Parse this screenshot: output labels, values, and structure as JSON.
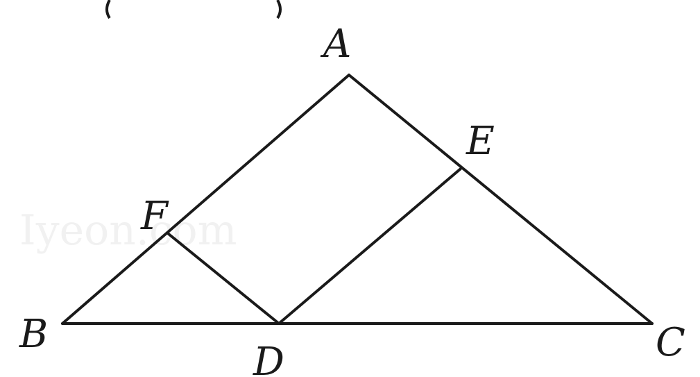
{
  "diagram": {
    "points": {
      "A": {
        "label": "A"
      },
      "B": {
        "label": "B"
      },
      "C": {
        "label": "C"
      },
      "D": {
        "label": "D"
      },
      "E": {
        "label": "E"
      },
      "F": {
        "label": "F"
      }
    },
    "segments": [
      [
        "A",
        "B"
      ],
      [
        "A",
        "C"
      ],
      [
        "B",
        "C"
      ],
      [
        "F",
        "D"
      ],
      [
        "D",
        "E"
      ]
    ],
    "watermark": "Iyeon.com",
    "colors": {
      "line": "#1a1a1a",
      "background": "#ffffff"
    }
  }
}
